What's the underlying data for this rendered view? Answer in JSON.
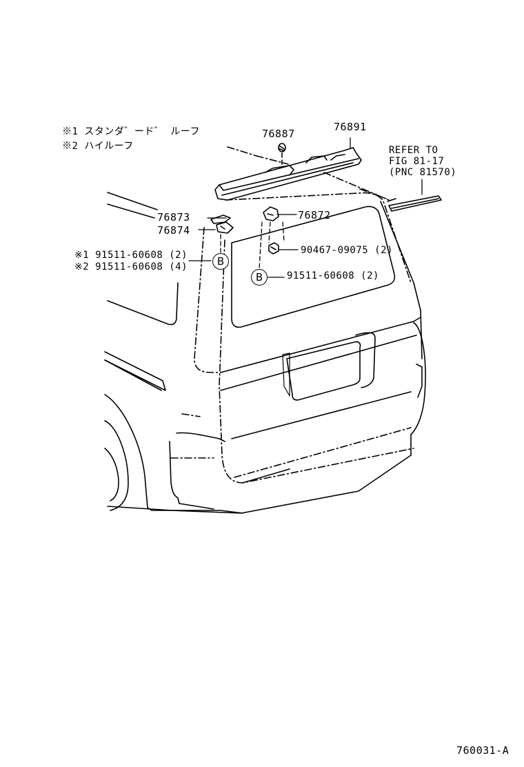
{
  "legend": {
    "note1": "※1 スタンダ゛ード゛ ルーフ",
    "note2": "※2 ハイルーフ"
  },
  "parts": {
    "p76887": "76887",
    "p76891": "76891",
    "p76873": "76873",
    "p76874": "76874",
    "p76872": "76872",
    "p90467": "90467-09075 (2)",
    "p91511_right": "91511-60608 (2)",
    "p91511_left_1": "※1 91511-60608 (2)",
    "p91511_left_2": "※2 91511-60608 (4)"
  },
  "refer": {
    "line1": "REFER TO",
    "line2": "FIG 81-17",
    "line3": "(PNC 81570)"
  },
  "bubbles": {
    "left": "B",
    "right": "B"
  },
  "figure_id": "760031-A"
}
